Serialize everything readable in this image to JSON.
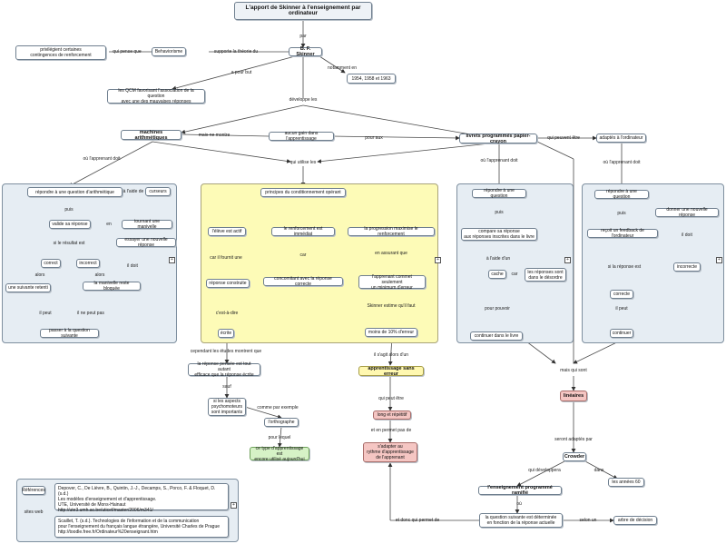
{
  "title": "L'apport de Skinner à l'enseignement par ordinateur",
  "link_labels": {
    "par": "par",
    "qui_pense_que": "qui pense que",
    "supporte": "supporte la théorie du",
    "notamment_en": "notamment en",
    "a_pour_but": "a pour but",
    "developpe_les": "développe les",
    "mais_ne_montre": "mais ne montre",
    "pour_aux": "pour aux",
    "qui_peuvent_etre": "qui peuvent être",
    "qui_utilise_les": "qui utilise les",
    "ou_apprenant_doit_1": "où l'apprenant doit",
    "ou_apprenant_doit_2": "où l'apprenant doit",
    "ou_apprenant_doit_3": "où l'apprenant doit",
    "a_aide_de": "à l'aide de",
    "puis_1": "puis",
    "en": "en",
    "si_le_resultat": "si le résultat est",
    "alors_1": "alors",
    "alors_2": "alors",
    "il_doit_1": "il doit",
    "il_ne_peut_pas": "il ne peut pas",
    "il_peut_1": "il peut",
    "car_il_fournit": "car il fournit une",
    "car": "car",
    "c_est_a_dire": "c'est-à-dire",
    "en_assurant_que": "en assurant que",
    "skinner_estime": "Skinner estime qu'il faut",
    "il_sagit_alors": "il s'agit alors d'un",
    "qui_peut_etre": "qui peut être",
    "et_en_permet": "et en permet pas de",
    "cependant_etudes": "cependant les études montrent que",
    "sauf": "sauf",
    "comme_par_exemple": "comme par exemple",
    "pour_lequel": "pour lequel",
    "puis_2": "puis",
    "a_laide_dun": "à l'aide d'un",
    "car_2": "car",
    "pour_pouvoir": "pour pouvoir",
    "puis_3": "puis",
    "si_la_reponse": "si la réponse est",
    "il_doit_2": "il doit",
    "il_peut_2": "il peut",
    "mais_qui_sont": "mais qui sont",
    "seront_adaptes": "seront adaptés par",
    "qui_developpera": "qui développera",
    "dans": "dans",
    "ou": "où",
    "et_donc_qui_permet": "et donc qui permet de",
    "selon_un": "selon un",
    "sites_web": "sites web"
  },
  "nodes": {
    "skinner": "B. F. Skinner",
    "behaviorisme": "Behaviorisme",
    "privilegient": "privilégient certaines\ncontingences de renforcement",
    "dates": "1954, 1958 et 1963",
    "qcm": "les QCM favorisant l'association de la question\navec une des mauvaises réponses",
    "machines": "machines arithmétiques",
    "aucun_gain": "aucun gain dans l'apprentissage",
    "livrets": "livrets programmés papier-crayon",
    "adaptes": "adaptés à l'ordinateur",
    "repondre_question_arith": "répondre à une question d'arithmétique",
    "curseurs": "curseurs",
    "valide_reponse": "valide sa réponse",
    "tournant": "tournant une manivelle",
    "correct": "correct",
    "incorrect": "incorrect",
    "essayer": "essayer une nouvelle réponse",
    "suivante": "une suivante retenti",
    "manivelle_bloquee": "la manivelle reste bloquée",
    "passer_suivante": "passer à la question suivante",
    "principes": "principes du conditionnement opérant",
    "eleve_actif": "l'élève est actif",
    "renforcement_immediat": "le renforcement est immédiat",
    "progression": "la progression maximise le renforcement",
    "reponse_construite": "réponse construite",
    "concomitant": "concomitant avec la réponse correcte",
    "ecrite": "écrite",
    "apprenant_commet": "l'apprenant commet seulement\nun minimum d'erreur",
    "moins_10": "moins de 10% d'erreur",
    "apprentissage_sans_erreur": "apprentissage sans erreur",
    "long_repetitif": "long et répétitif",
    "sadapter": "s'adapter au\nrythme d'apprentissage\nde l'apprenant",
    "reponse_pensee": "la réponse pensée est tout autant\nefficace que la réponse écrite",
    "aspects_psycho": "si les aspects\npsychomoteurs\nsont importants",
    "orthographe": "l'orthographe",
    "ce_type": "ce type d'apprentissage est\nencore utilisé aujourd'hui",
    "repondre_question_livret": "répondre à une question",
    "compare": "compare sa réponse\naux réponses inscrites dans le livre",
    "cache": "cache",
    "reponses_sont_desordre": "les réponses sont\ndans le désordre",
    "continuer_livre": "continuer dans le livre",
    "repondre_question_ordi": "répondre à une question",
    "feedback": "reçoit un feedback de l'ordinateur",
    "nouvelle_reponse": "donner une nouvelle réponse",
    "incorrecte": "incorrecte",
    "correcte": "correcte",
    "continuer": "continuer",
    "lineaires": "linéaires",
    "crowder": "Crowder",
    "annees_60": "les années 60",
    "enseignement_ramifie": "l'enseignement programmé ramifié",
    "question_suivante": "la question suivante est déterminée\nen fonction de la réponse actuelle",
    "arbre_decision": "arbre de décision",
    "references": "Références",
    "ref1": "Depover, C., De Lièvre, B., Quintin, J.-J., Decamps, S., Porco, F. & Floquet, D. (s.d.)\nLes modèles d'enseignement et d'apprentissage.\nUTE, Université de Mons-Hainaut\nhttp://ute3.umh.ac.be/uticef/master/2006/m341/",
    "ref2": "Scaillet, T. (s.d.). Technologies de l'information et de la communication\npour l'enseignement du français langue étrangère, Université Charles de Prague\nhttp://toodle.free.fr/Ordinateur%20enseignant.htm"
  },
  "colors": {
    "panel_blue": "#e6edf3",
    "panel_yellow": "#fdfbb7",
    "line": "#4a4a4a",
    "pink_node": "#f5c6c3",
    "green_node": "#d6f2c6"
  }
}
